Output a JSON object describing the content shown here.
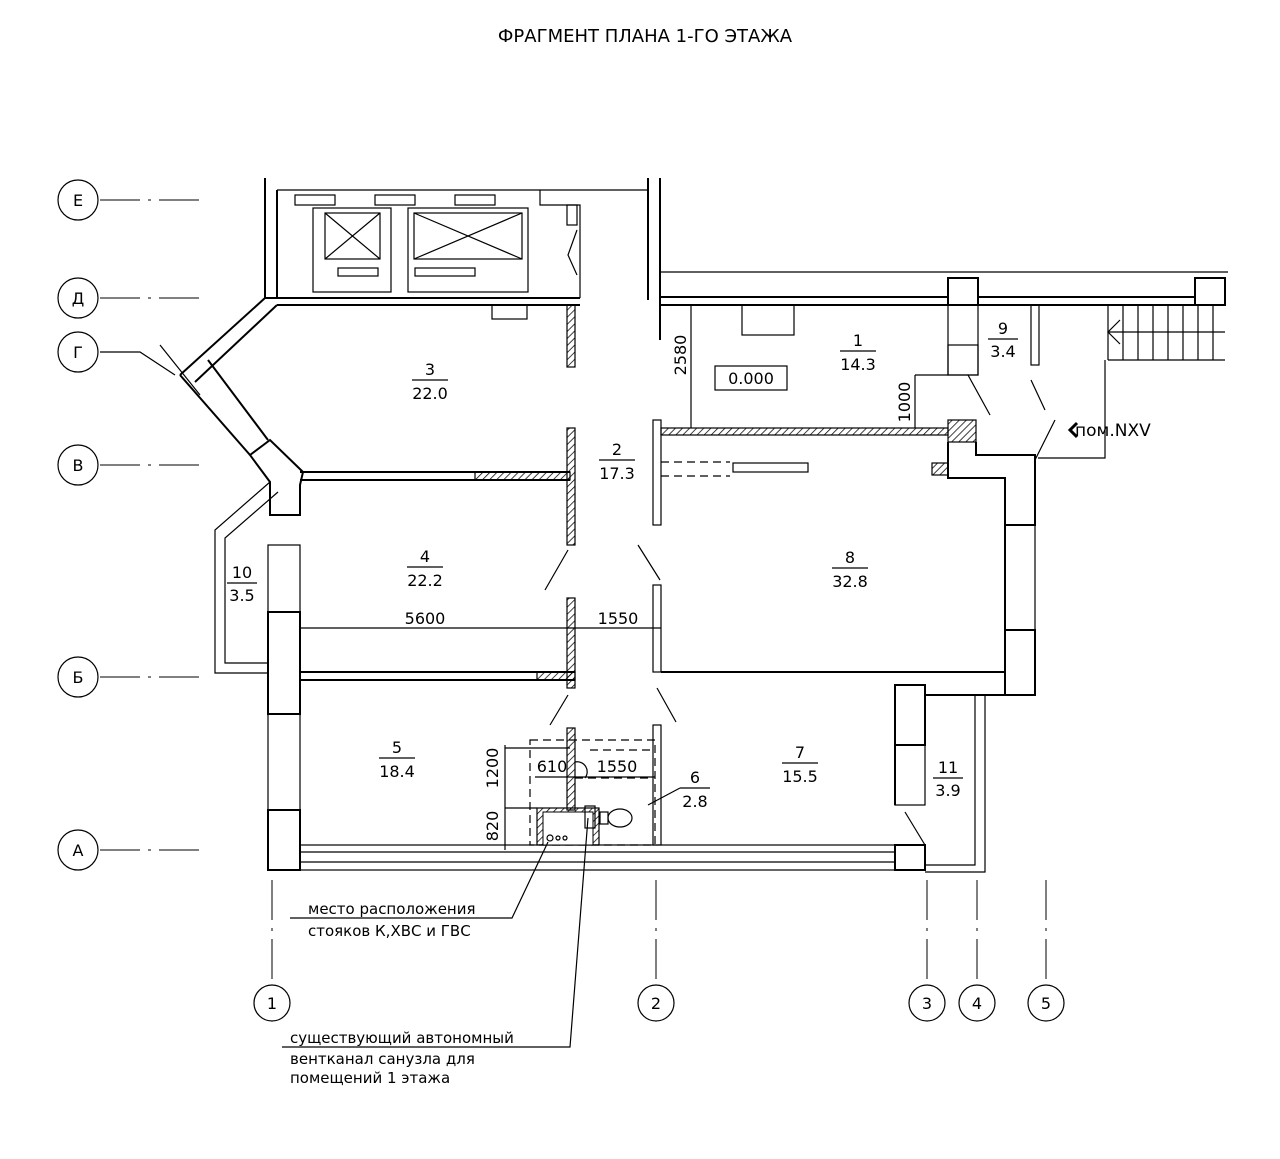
{
  "title": "ФРАГМЕНТ ПЛАНА 1-ГО ЭТАЖА",
  "axes_rows": [
    "Е",
    "Д",
    "Г",
    "В",
    "Б",
    "А"
  ],
  "axes_cols": [
    "1",
    "2",
    "3",
    "4",
    "5"
  ],
  "rooms": [
    {
      "num": "1",
      "area": "14.3"
    },
    {
      "num": "2",
      "area": "17.3"
    },
    {
      "num": "3",
      "area": "22.0"
    },
    {
      "num": "4",
      "area": "22.2"
    },
    {
      "num": "5",
      "area": "18.4"
    },
    {
      "num": "6",
      "area": "2.8"
    },
    {
      "num": "7",
      "area": "15.5"
    },
    {
      "num": "8",
      "area": "32.8"
    },
    {
      "num": "9",
      "area": "3.4"
    },
    {
      "num": "10",
      "area": "3.5"
    },
    {
      "num": "11",
      "area": "3.9"
    }
  ],
  "dimensions": {
    "d2580": "2580",
    "d1000": "1000",
    "d5600": "5600",
    "d1550a": "1550",
    "d1200": "1200",
    "d610": "610",
    "d1550b": "1550",
    "d820": "820"
  },
  "level_mark": "0.000",
  "neighbor_room": "пом.NXV",
  "notes": {
    "risers_line1": "место расположения",
    "risers_line2": "стояков К,ХВС и ГВС",
    "vent_line1": "существующий автономный",
    "vent_line2": "вентканал санузла для",
    "vent_line3": "помещений 1 этажа"
  }
}
